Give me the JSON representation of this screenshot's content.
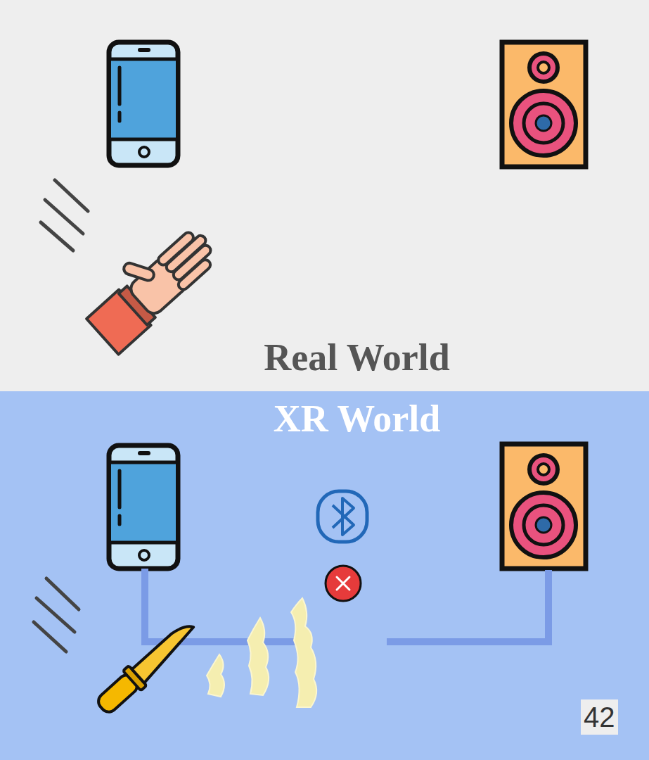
{
  "diagram": {
    "nodes": [
      {
        "text": [
          "Real World"
        ]
      },
      {
        "text": [
          "XR World"
        ]
      }
    ],
    "labels": [
      "42"
    ]
  }
}
